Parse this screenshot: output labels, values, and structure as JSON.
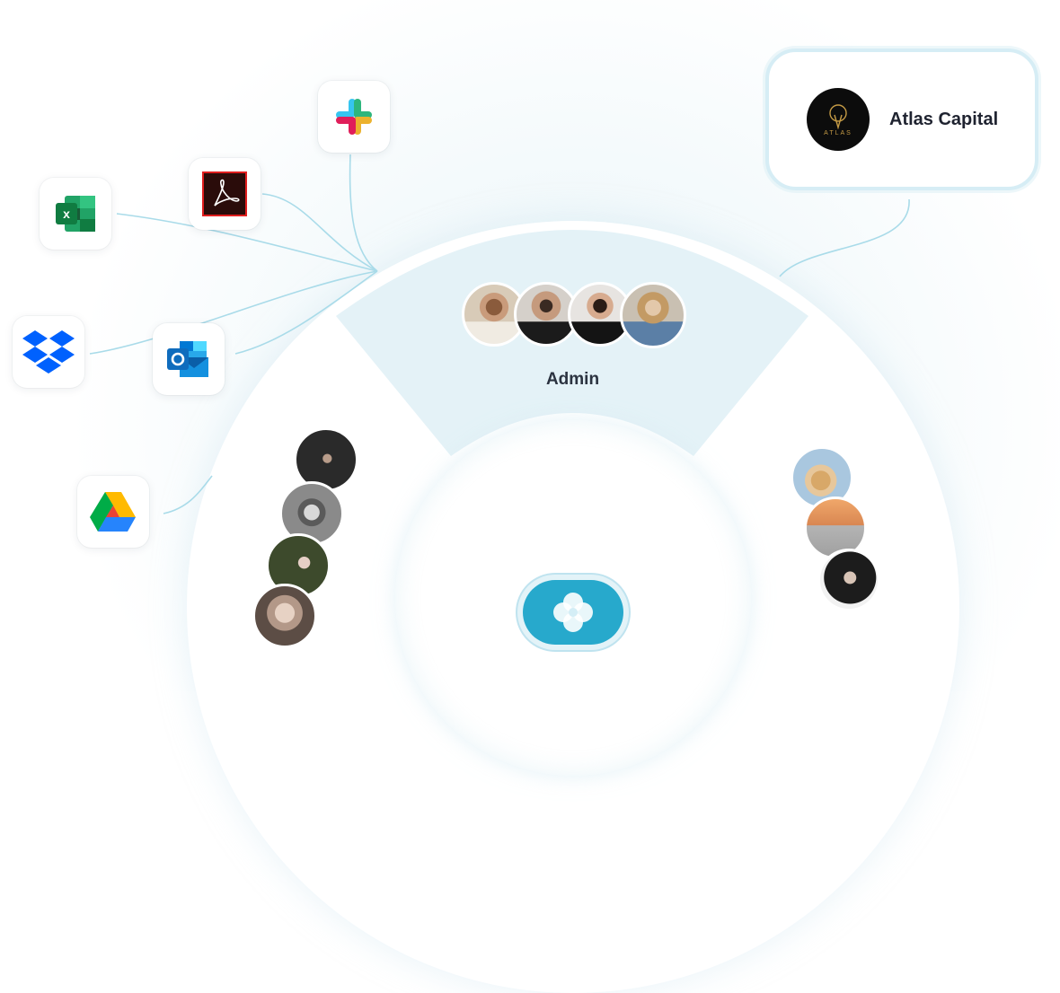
{
  "admin_group": {
    "label": "Admin",
    "members": [
      "avatar-man-white-tee",
      "avatar-man-black-tee",
      "avatar-woman-black-tee",
      "avatar-woman-denim-jacket"
    ]
  },
  "organization": {
    "name": "Atlas Capital",
    "logo_text": "ATLAS"
  },
  "apps": [
    {
      "name": "slack-icon"
    },
    {
      "name": "adobe-acrobat-icon"
    },
    {
      "name": "excel-icon"
    },
    {
      "name": "dropbox-icon"
    },
    {
      "name": "outlook-icon"
    },
    {
      "name": "google-drive-icon"
    }
  ],
  "colors": {
    "accent": "#27a9cc",
    "link_line": "#a9dbe9",
    "admin_sector": "#e4f2f7",
    "org_border": "#d6edf5",
    "text": "#2b3340"
  }
}
